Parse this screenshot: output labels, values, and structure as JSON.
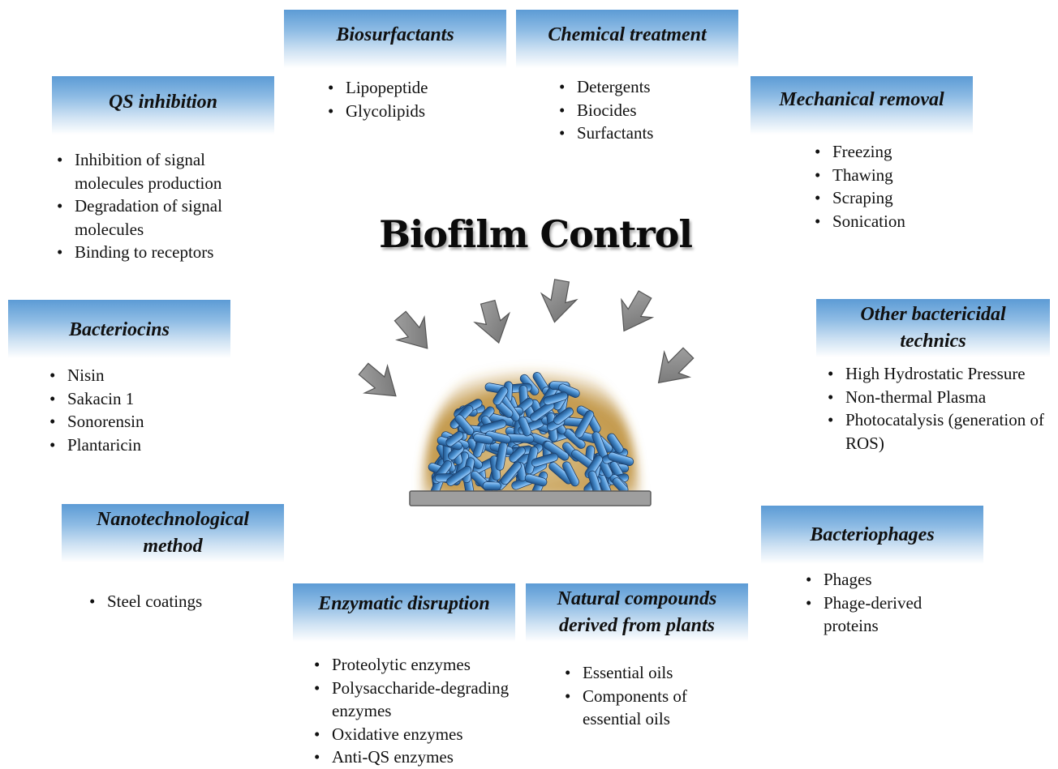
{
  "title": "Biofilm Control",
  "categories": [
    {
      "id": "biosurfactants",
      "heading": "Biosurfactants",
      "items": [
        "Lipopeptide",
        "Glycolipids"
      ]
    },
    {
      "id": "chemical",
      "heading": "Chemical treatment",
      "items": [
        "Detergents",
        "Biocides",
        "Surfactants"
      ]
    },
    {
      "id": "qs",
      "heading": "QS inhibition",
      "items": [
        "Inhibition of signal molecules production",
        "Degradation of signal molecules",
        "Binding to receptors"
      ]
    },
    {
      "id": "mechanical",
      "heading": "Mechanical removal",
      "items": [
        "Freezing",
        "Thawing",
        "Scraping",
        "Sonication"
      ]
    },
    {
      "id": "bacteriocins",
      "heading": "Bacteriocins",
      "items": [
        "Nisin",
        "Sakacin 1",
        "Sonorensin",
        "Plantaricin"
      ]
    },
    {
      "id": "other",
      "heading": "Other bactericidal technics",
      "items": [
        "High Hydrostatic Pressure",
        "Non-thermal Plasma",
        "Photocatalysis (generation of ROS)"
      ]
    },
    {
      "id": "nano",
      "heading": "Nanotechnological method",
      "items": [
        "Steel coatings"
      ]
    },
    {
      "id": "phages",
      "heading": "Bacteriophages",
      "items": [
        "Phages",
        "Phage-derived proteins"
      ]
    },
    {
      "id": "enzymatic",
      "heading": "Enzymatic disruption",
      "items": [
        "Proteolytic enzymes",
        "Polysaccharide-degrading enzymes",
        "Oxidative enzymes",
        "Anti-QS enzymes"
      ]
    },
    {
      "id": "natural",
      "heading": "Natural compounds derived from plants",
      "items": [
        "Essential oils",
        "Components of essential oils"
      ]
    }
  ],
  "colors": {
    "heading_top": "#5c9bd5",
    "bacteria": "#4a90d0",
    "matrix": "#b8862a",
    "arrow": "#8c8c8c"
  }
}
